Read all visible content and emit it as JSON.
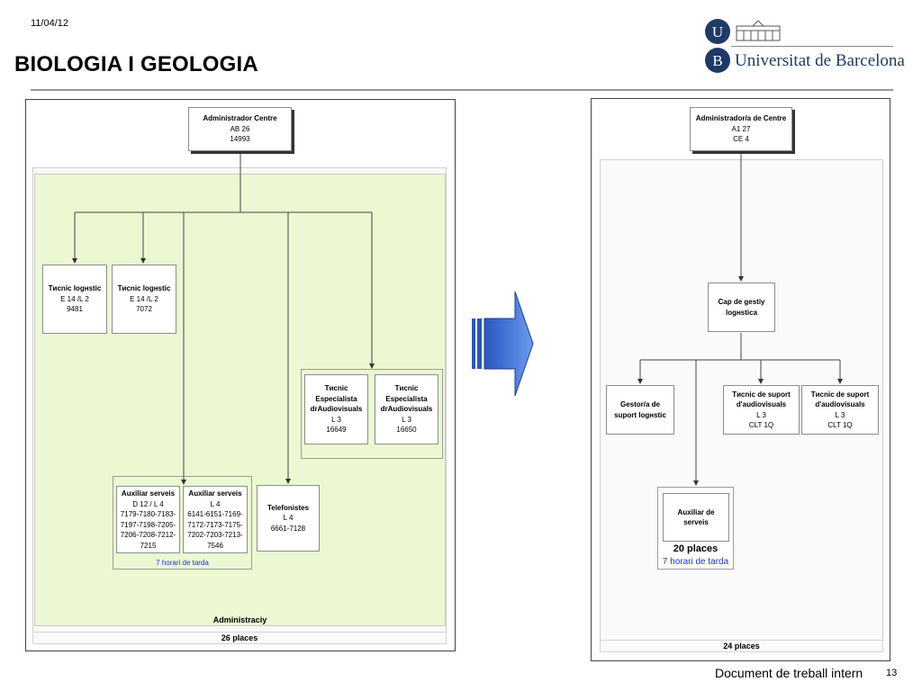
{
  "header": {
    "date": "11/04/12",
    "title": "BIOLOGIA I GEOLOGIA",
    "university": "Universitat de Barcelona"
  },
  "footer": {
    "doc_label": "Document de treball intern",
    "page_number": "13"
  },
  "left": {
    "root": {
      "title": "Administrador Centre",
      "line1": "AB 26",
      "line2": "14993"
    },
    "tecnic1": {
      "title": "Tиcnic logнstic",
      "line1": "E 14 /L 2",
      "line2": "9481"
    },
    "tecnic2": {
      "title": "Tиcnic logнstic",
      "line1": "E 14 /L 2",
      "line2": "7072"
    },
    "esp1": {
      "t1": "Tиcnic",
      "t2": "Especialista",
      "t3": "drAudiovisuals",
      "line1": "L 3",
      "line2": "16649"
    },
    "esp2": {
      "t1": "Tиcnic",
      "t2": "Especialista",
      "t3": "drAudiovisuals",
      "line1": "L 3",
      "line2": "16650"
    },
    "aux1": {
      "title": "Auxiliar serveis",
      "l1": "D 12 / L 4",
      "l2": "7179-7180-7183-",
      "l3": "7197-7198-7205-",
      "l4": "7206-7208-7212-",
      "l5": "7215"
    },
    "aux2": {
      "title": "Auxiliar serveis",
      "l1": "L 4",
      "l2": "6141-6151-7169-",
      "l3": "7172-7173-7175-",
      "l4": "7202-7203-7213-",
      "l5": "7546"
    },
    "aux_note": "7 horari de tarda",
    "tel": {
      "title": "Telefonistes",
      "line1": "L 4",
      "line2": "6661-7128"
    },
    "section_label": "Administraciу",
    "places": "26 places"
  },
  "right": {
    "root": {
      "title": "Administrador/a de Centre",
      "line1": "A1 27",
      "line2": "CE 4"
    },
    "cap": {
      "t1": "Cap de gestiу",
      "t2": "logнstica"
    },
    "gestor": {
      "t1": "Gestor/a de",
      "t2": "suport logнstic"
    },
    "supA": {
      "t1": "Tиcnic de suport",
      "t2": "d'audiovisuals",
      "line1": "L 3",
      "line2": "CLT 1Q"
    },
    "supB": {
      "t1": "Tиcnic de suport",
      "t2": "d'audiovisuals",
      "line1": "L 3",
      "line2": "CLT 1Q"
    },
    "aux": {
      "t1": "Auxiliar de",
      "t2": "serveis"
    },
    "aux_places": "20 places",
    "aux_note": "7 horari de tarda",
    "places": "24 places"
  },
  "colors": {
    "green_area": "#ebf8d2",
    "arrow_blue": "#3a6fd8",
    "note_blue": "#1a35c8",
    "logo_blue": "#1f3a68"
  }
}
